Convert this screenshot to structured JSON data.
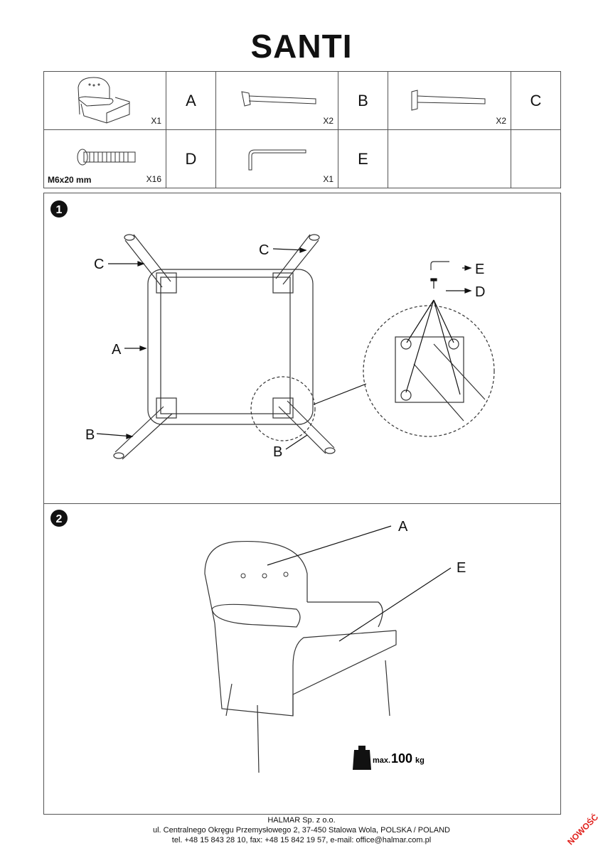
{
  "title": "SANTI",
  "parts": [
    {
      "letter": "A",
      "qty": "X1",
      "icon": "armchair-icon"
    },
    {
      "letter": "B",
      "qty": "X2",
      "icon": "leg-icon"
    },
    {
      "letter": "C",
      "qty": "X2",
      "icon": "leg-icon"
    },
    {
      "letter": "D",
      "qty": "X16",
      "spec": "M6x20 mm",
      "icon": "bolt-icon"
    },
    {
      "letter": "E",
      "qty": "X1",
      "icon": "allen-key-icon"
    }
  ],
  "step1": {
    "number": "1",
    "labels": {
      "a": "A",
      "b": "B",
      "c": "C",
      "d": "D",
      "e": "E"
    }
  },
  "step2": {
    "number": "2",
    "labels": {
      "a": "A",
      "e": "E"
    },
    "max_prefix": "max.",
    "max_value": "100",
    "max_unit": "kg"
  },
  "footer": {
    "company": "HALMAR Sp. z o.o.",
    "address": "ul. Centralnego Okręgu Przemysłowego 2, 37-450 Stalowa Wola, POLSKA / POLAND",
    "contact": "tel. +48 15 843 28 10, fax: +48 15 842 19 57, e-mail: office@halmar.com.pl"
  },
  "badge": "NOWOŚĆ"
}
